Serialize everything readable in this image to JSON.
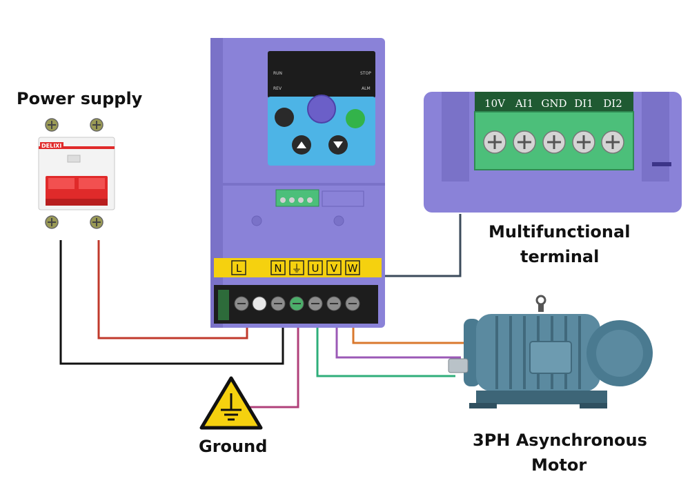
{
  "labels": {
    "power_supply": "Power supply",
    "multifunctional_line1": "Multifunctional",
    "multifunctional_line2": "terminal",
    "ground": "Ground",
    "motor_line1": "3PH Asynchronous",
    "motor_line2": "Motor"
  },
  "breaker": {
    "brand": "DELIXI"
  },
  "inverter": {
    "display_left_top": "RUN",
    "display_left_bottom": "REV",
    "display_right_top": "STOP",
    "display_right_bottom": "ALM",
    "terminal_strip": [
      "L",
      "N",
      "⏚",
      "U",
      "V",
      "W"
    ]
  },
  "terminal_block": {
    "labels": [
      "10V",
      "AI1",
      "GND",
      "DI1",
      "DI2"
    ]
  },
  "colors": {
    "inverter_body": "#8a82d8",
    "keypad": "#4db4e6",
    "terminal_green": "#4cbf7a",
    "yellow_strip": "#f5d10f",
    "breaker_red": "#e02a2a",
    "wire_red": "#c0392b",
    "wire_black": "#111111",
    "wire_orange": "#d9782e",
    "wire_purple": "#9b59b6",
    "wire_green": "#2eae7a",
    "wire_magenta": "#b0407a",
    "wire_slate": "#3b4a5a",
    "motor": "#5b8aa0"
  }
}
